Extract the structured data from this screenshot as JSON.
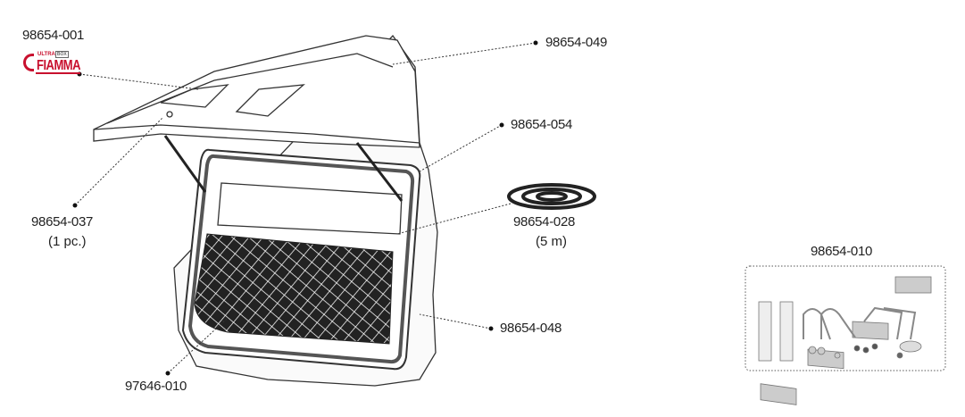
{
  "parts": [
    {
      "code": "98654-001"
    },
    {
      "code": "98654-049"
    },
    {
      "code": "98654-054"
    },
    {
      "code": "98654-037",
      "note": "(1 pc.)"
    },
    {
      "code": "98654-028",
      "note": "(5 m)"
    },
    {
      "code": "98654-048"
    },
    {
      "code": "97646-010"
    },
    {
      "code": "98654-010"
    }
  ],
  "logo": {
    "brand": "FIAMMA",
    "line": "ULTRA",
    "product": "BOX"
  },
  "colors": {
    "brand": "#c8102e",
    "ink": "#222222"
  }
}
